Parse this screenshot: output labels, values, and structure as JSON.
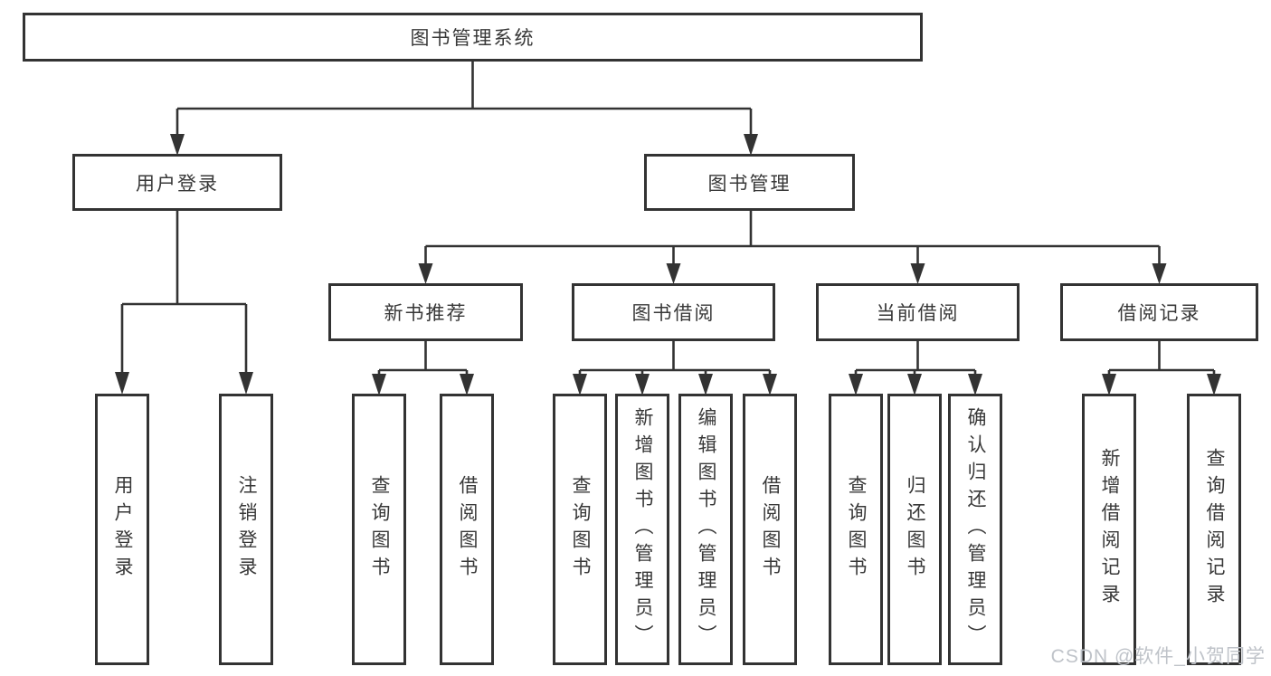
{
  "diagram": {
    "root": {
      "label": "图书管理系统"
    },
    "children": [
      {
        "label": "用户登录",
        "children": [
          {
            "label": "用户登录"
          },
          {
            "label": "注销登录"
          }
        ]
      },
      {
        "label": "图书管理",
        "children": [
          {
            "label": "新书推荐",
            "children": [
              {
                "label": "查询图书"
              },
              {
                "label": "借阅图书"
              }
            ]
          },
          {
            "label": "图书借阅",
            "children": [
              {
                "label": "查询图书"
              },
              {
                "label": "新增图书（管理员）"
              },
              {
                "label": "编辑图书（管理员）"
              },
              {
                "label": "借阅图书"
              }
            ]
          },
          {
            "label": "当前借阅",
            "children": [
              {
                "label": "查询图书"
              },
              {
                "label": "归还图书"
              },
              {
                "label": "确认归还（管理员）"
              }
            ]
          },
          {
            "label": "借阅记录",
            "children": [
              {
                "label": "新增借阅记录"
              },
              {
                "label": "查询借阅记录"
              }
            ]
          }
        ]
      }
    ]
  },
  "watermark": "CSDN @软件_小贺同学",
  "colors": {
    "line": "#333333",
    "box_border": "#333333",
    "text": "#383838",
    "watermark": "#bfc3c9",
    "background": "#ffffff"
  }
}
